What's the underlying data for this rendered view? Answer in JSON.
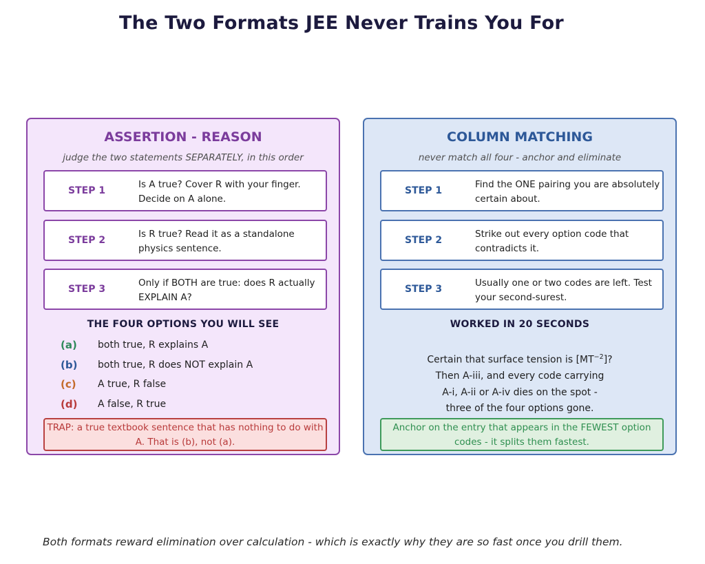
{
  "title": "The Two Formats JEE Never Trains You For",
  "assertion_reason": {
    "title": "ASSERTION - REASON",
    "subtitle": "judge the two statements SEPARATELY, in this order",
    "steps": [
      {
        "label": "STEP 1",
        "text": "Is A true? Cover R with your finger. Decide on A alone."
      },
      {
        "label": "STEP 2",
        "text": "Is R true? Read it as a standalone physics sentence."
      },
      {
        "label": "STEP 3",
        "text": "Only if BOTH are true: does R actually EXPLAIN A?"
      }
    ],
    "options_heading": "THE FOUR OPTIONS YOU WILL SEE",
    "options": [
      {
        "letter": "(a)",
        "text": "both true, R explains A",
        "color": "#2e8a5a"
      },
      {
        "letter": "(b)",
        "text": "both true, R does NOT explain A",
        "color": "#2d5898"
      },
      {
        "letter": "(c)",
        "text": "A true, R false",
        "color": "#c46a2a"
      },
      {
        "letter": "(d)",
        "text": "A false, R true",
        "color": "#b83a3a"
      }
    ],
    "trap": "TRAP: a true textbook sentence that has nothing to do with A. That is (b), not (a)."
  },
  "column_matching": {
    "title": "COLUMN MATCHING",
    "subtitle": "never match all four - anchor and eliminate",
    "steps": [
      {
        "label": "STEP 1",
        "text": "Find the ONE pairing you are absolutely certain about."
      },
      {
        "label": "STEP 2",
        "text": "Strike out every option code that contradicts it."
      },
      {
        "label": "STEP 3",
        "text": "Usually one or two codes are left. Test your second-surest."
      }
    ],
    "worked_heading": "WORKED IN 20 SECONDS",
    "worked_line1_pre": "Certain that surface tension is [MT",
    "worked_line1_exp": "−2",
    "worked_line1_post": "]?",
    "worked_line2": "Then A-iii, and every code carrying",
    "worked_line3": "A-i, A-ii or A-iv dies on the spot -",
    "worked_line4": "three of the four options gone.",
    "tip": "Anchor on the entry that appears in the FEWEST option codes - it splits them fastest."
  },
  "footer": "Both formats reward elimination over calculation - which is exactly why they are so fast once you drill them."
}
